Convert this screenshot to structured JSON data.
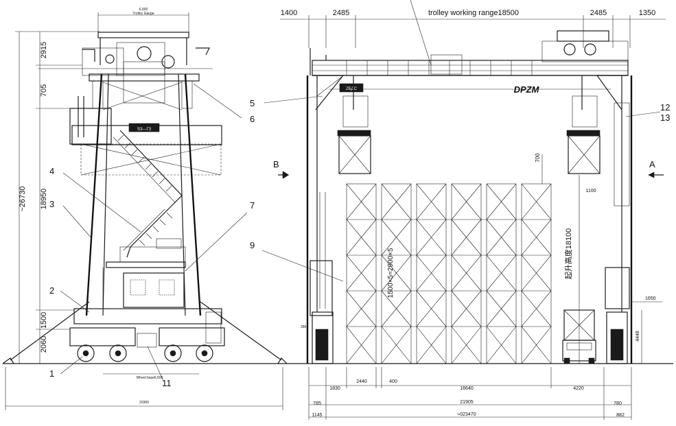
{
  "left_view": {
    "top_dim": "6,000",
    "top_caption": "Trolley Gauge",
    "bottom_caption": "Wheel base6,500",
    "bottom_width": "20300",
    "heights": {
      "overall": "~26730",
      "h2915": "2915",
      "h705": "705",
      "h18950": "18950",
      "h1500": "1500",
      "h2060": "2060"
    },
    "callouts": [
      "1",
      "2",
      "3",
      "4",
      "6",
      "7",
      "11"
    ],
    "cabin_mark": "SЗ—ГЗ"
  },
  "right_view": {
    "top_dims": {
      "left_outer": "1400",
      "left_inner": "2485",
      "trolley_range": "trolley working range18500",
      "right_inner": "2485",
      "right_outer": "1350"
    },
    "callouts": [
      "5",
      "9",
      "12",
      "13"
    ],
    "arrow_a": "A",
    "arrow_b": "B",
    "vertical_dims": {
      "lift_height": "起升高度18100",
      "stack_height": "1500×5=2900×5",
      "d700": "700",
      "d1100": "1100",
      "d1650": "1650",
      "d4448": "4448",
      "left_small": "2863"
    },
    "bottom_dims": {
      "d1830": "1830",
      "d2440": "2440",
      "d400": "400",
      "d16640": "16640",
      "d4220": "4220",
      "d785": "785",
      "d21905": "21905",
      "d780": "780",
      "d1145": "1145",
      "overall": "≈023470",
      "d882": "882"
    },
    "brand": "DPZM",
    "girder_mark": "ZБДС"
  }
}
